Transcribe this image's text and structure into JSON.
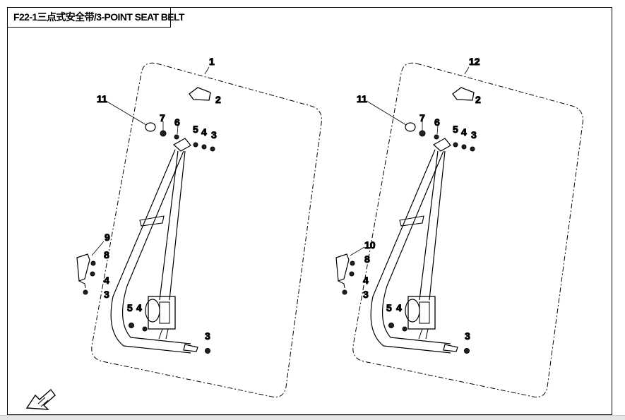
{
  "title": "F22-1三点式安全带/3-POINT SEAT BELT",
  "callouts_left": {
    "group": "1",
    "cover": "2",
    "nut_small": "11",
    "p7": "7",
    "p6": "6",
    "p5": "5",
    "p4": "4",
    "p3": "3",
    "buckle": "9",
    "buckle_bolt": "8",
    "buckle_washer": "4",
    "buckle_nut": "3",
    "ret5": "5",
    "ret4": "4",
    "anchor_nut": "3"
  },
  "callouts_right": {
    "group": "12",
    "cover": "2",
    "nut_small": "11",
    "p7": "7",
    "p6": "6",
    "p5": "5",
    "p4": "4",
    "p3": "3",
    "buckle": "10",
    "buckle_bolt": "8",
    "buckle_washer": "4",
    "buckle_nut": "3",
    "ret5": "5",
    "ret4": "4",
    "anchor_nut": "3"
  },
  "icons": {
    "front_arrow": "front-direction-arrow-icon"
  }
}
